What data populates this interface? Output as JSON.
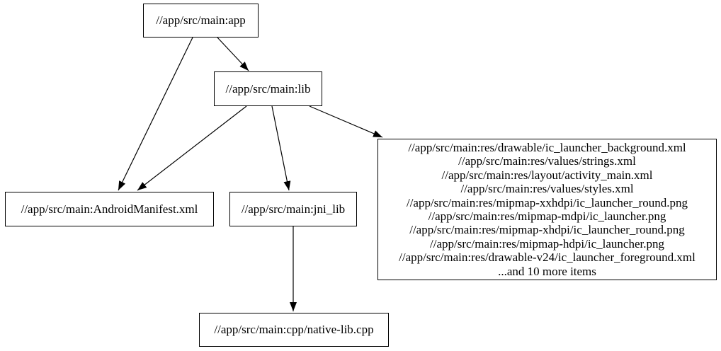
{
  "diagram": {
    "type": "directed-dependency-graph",
    "background_color": "#ffffff",
    "node_border_color": "#000000",
    "edge_color": "#000000",
    "text_color": "#000000",
    "nodes": {
      "app": {
        "label": "//app/src/main:app"
      },
      "lib": {
        "label": "//app/src/main:lib"
      },
      "manifest": {
        "label": "//app/src/main:AndroidManifest.xml"
      },
      "jni_lib": {
        "label": "//app/src/main:jni_lib"
      },
      "cpp": {
        "label": "//app/src/main:cpp/native-lib.cpp"
      },
      "res": {
        "lines": [
          "//app/src/main:res/drawable/ic_launcher_background.xml",
          "//app/src/main:res/values/strings.xml",
          "//app/src/main:res/layout/activity_main.xml",
          "//app/src/main:res/values/styles.xml",
          "//app/src/main:res/mipmap-xxhdpi/ic_launcher_round.png",
          "//app/src/main:res/mipmap-mdpi/ic_launcher.png",
          "//app/src/main:res/mipmap-xhdpi/ic_launcher_round.png",
          "//app/src/main:res/mipmap-hdpi/ic_launcher.png",
          "//app/src/main:res/drawable-v24/ic_launcher_foreground.xml",
          "...and 10 more items"
        ]
      }
    },
    "edges": [
      {
        "from": "app",
        "to": "lib"
      },
      {
        "from": "app",
        "to": "manifest"
      },
      {
        "from": "lib",
        "to": "manifest"
      },
      {
        "from": "lib",
        "to": "jni_lib"
      },
      {
        "from": "lib",
        "to": "res"
      },
      {
        "from": "jni_lib",
        "to": "cpp"
      }
    ]
  }
}
